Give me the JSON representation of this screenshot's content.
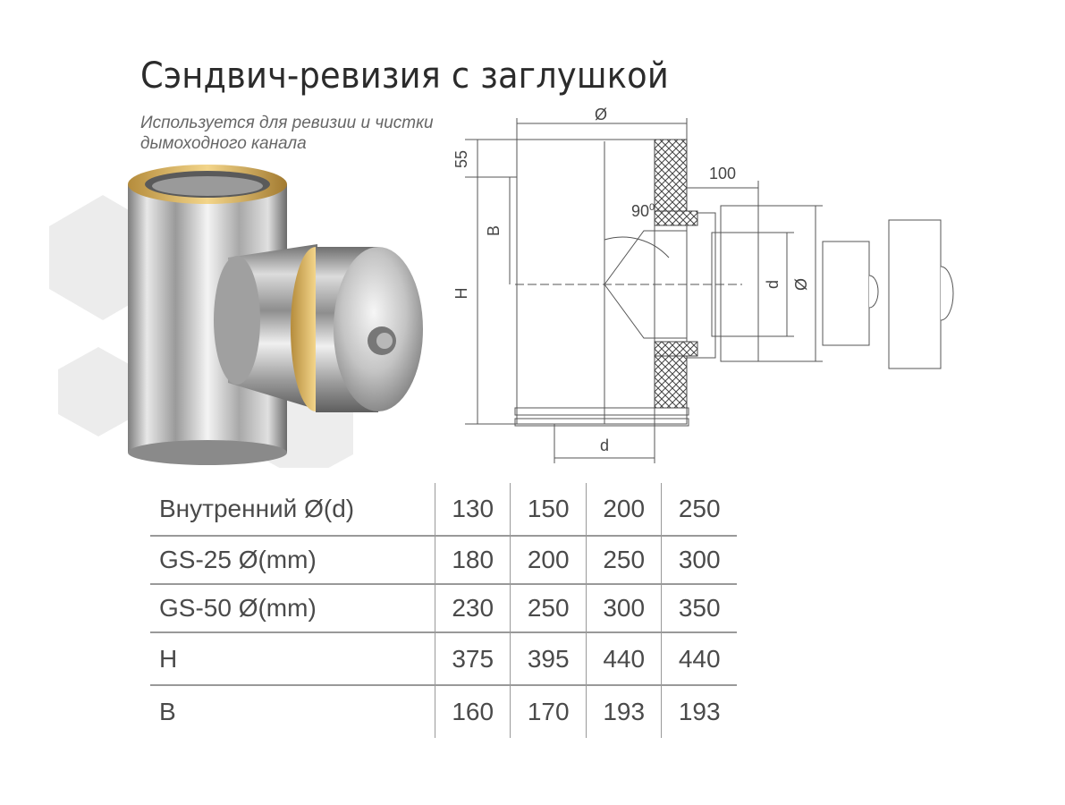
{
  "title": "Сэндвич-ревизия с заглушкой",
  "subtitle_line1": "Используется для ревизии и чистки",
  "subtitle_line2": "дымоходного канала",
  "drawing_labels": {
    "diameter_top": "Ø",
    "dim_55": "55",
    "dim_100": "100",
    "angle": "90",
    "angle_unit": "0",
    "dim_b": "B",
    "dim_h": "H",
    "dim_d_right": "d",
    "dim_diam_right": "Ø",
    "dim_d_bottom": "d"
  },
  "table": {
    "rows": [
      {
        "label": "Внутренний Ø(d)",
        "values": [
          "130",
          "150",
          "200",
          "250"
        ]
      },
      {
        "label": "GS-25 Ø(mm)",
        "values": [
          "180",
          "200",
          "250",
          "300"
        ]
      },
      {
        "label": "GS-50 Ø(mm)",
        "values": [
          "230",
          "250",
          "300",
          "350"
        ]
      },
      {
        "label": "H",
        "values": [
          "375",
          "395",
          "440",
          "440"
        ]
      },
      {
        "label": "B",
        "values": [
          "160",
          "170",
          "193",
          "193"
        ]
      }
    ]
  }
}
